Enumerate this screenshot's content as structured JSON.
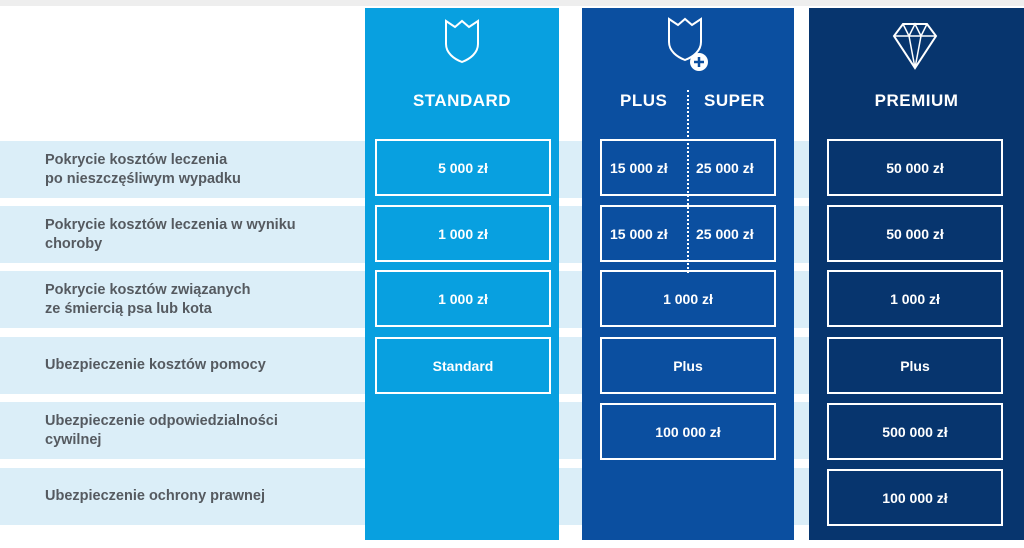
{
  "rows": [
    {
      "label_line1": "Pokrycie kosztów leczenia",
      "label_line2": "po nieszczęśliwym wypadku"
    },
    {
      "label_line1": "Pokrycie kosztów leczenia w wyniku",
      "label_line2": "choroby"
    },
    {
      "label_line1": "Pokrycie kosztów związanych",
      "label_line2": "ze śmiercią psa lub kota"
    },
    {
      "label_line1": "Ubezpieczenie kosztów pomocy",
      "label_line2": ""
    },
    {
      "label_line1": "Ubezpieczenie odpowiedzialności",
      "label_line2": "cywilnej"
    },
    {
      "label_line1": "Ubezpieczenie ochrony prawnej",
      "label_line2": ""
    }
  ],
  "columns": {
    "standard": {
      "title": "STANDARD",
      "icon": "shield-icon",
      "color": "#08a0e0",
      "values": [
        "5 000 zł",
        "1 000 zł",
        "1 000 zł",
        "Standard"
      ]
    },
    "plus_super": {
      "title_plus": "PLUS",
      "title_super": "SUPER",
      "icon": "shield-plus-icon",
      "color": "#0b4fa0",
      "split_values": [
        {
          "plus": "15 000 zł",
          "super": "25 000 zł"
        },
        {
          "plus": "15 000 zł",
          "super": "25 000 zł"
        }
      ],
      "values": [
        "1 000 zł",
        "Plus",
        "100 000 zł"
      ]
    },
    "premium": {
      "title": "PREMIUM",
      "icon": "diamond-icon",
      "color": "#07356e",
      "values": [
        "50 000 zł",
        "50 000 zł",
        "1 000 zł",
        "Plus",
        "500 000 zł",
        "100 000 zł"
      ]
    }
  },
  "colors": {
    "row_band": "#dbeef8",
    "label_text": "#555a60"
  }
}
